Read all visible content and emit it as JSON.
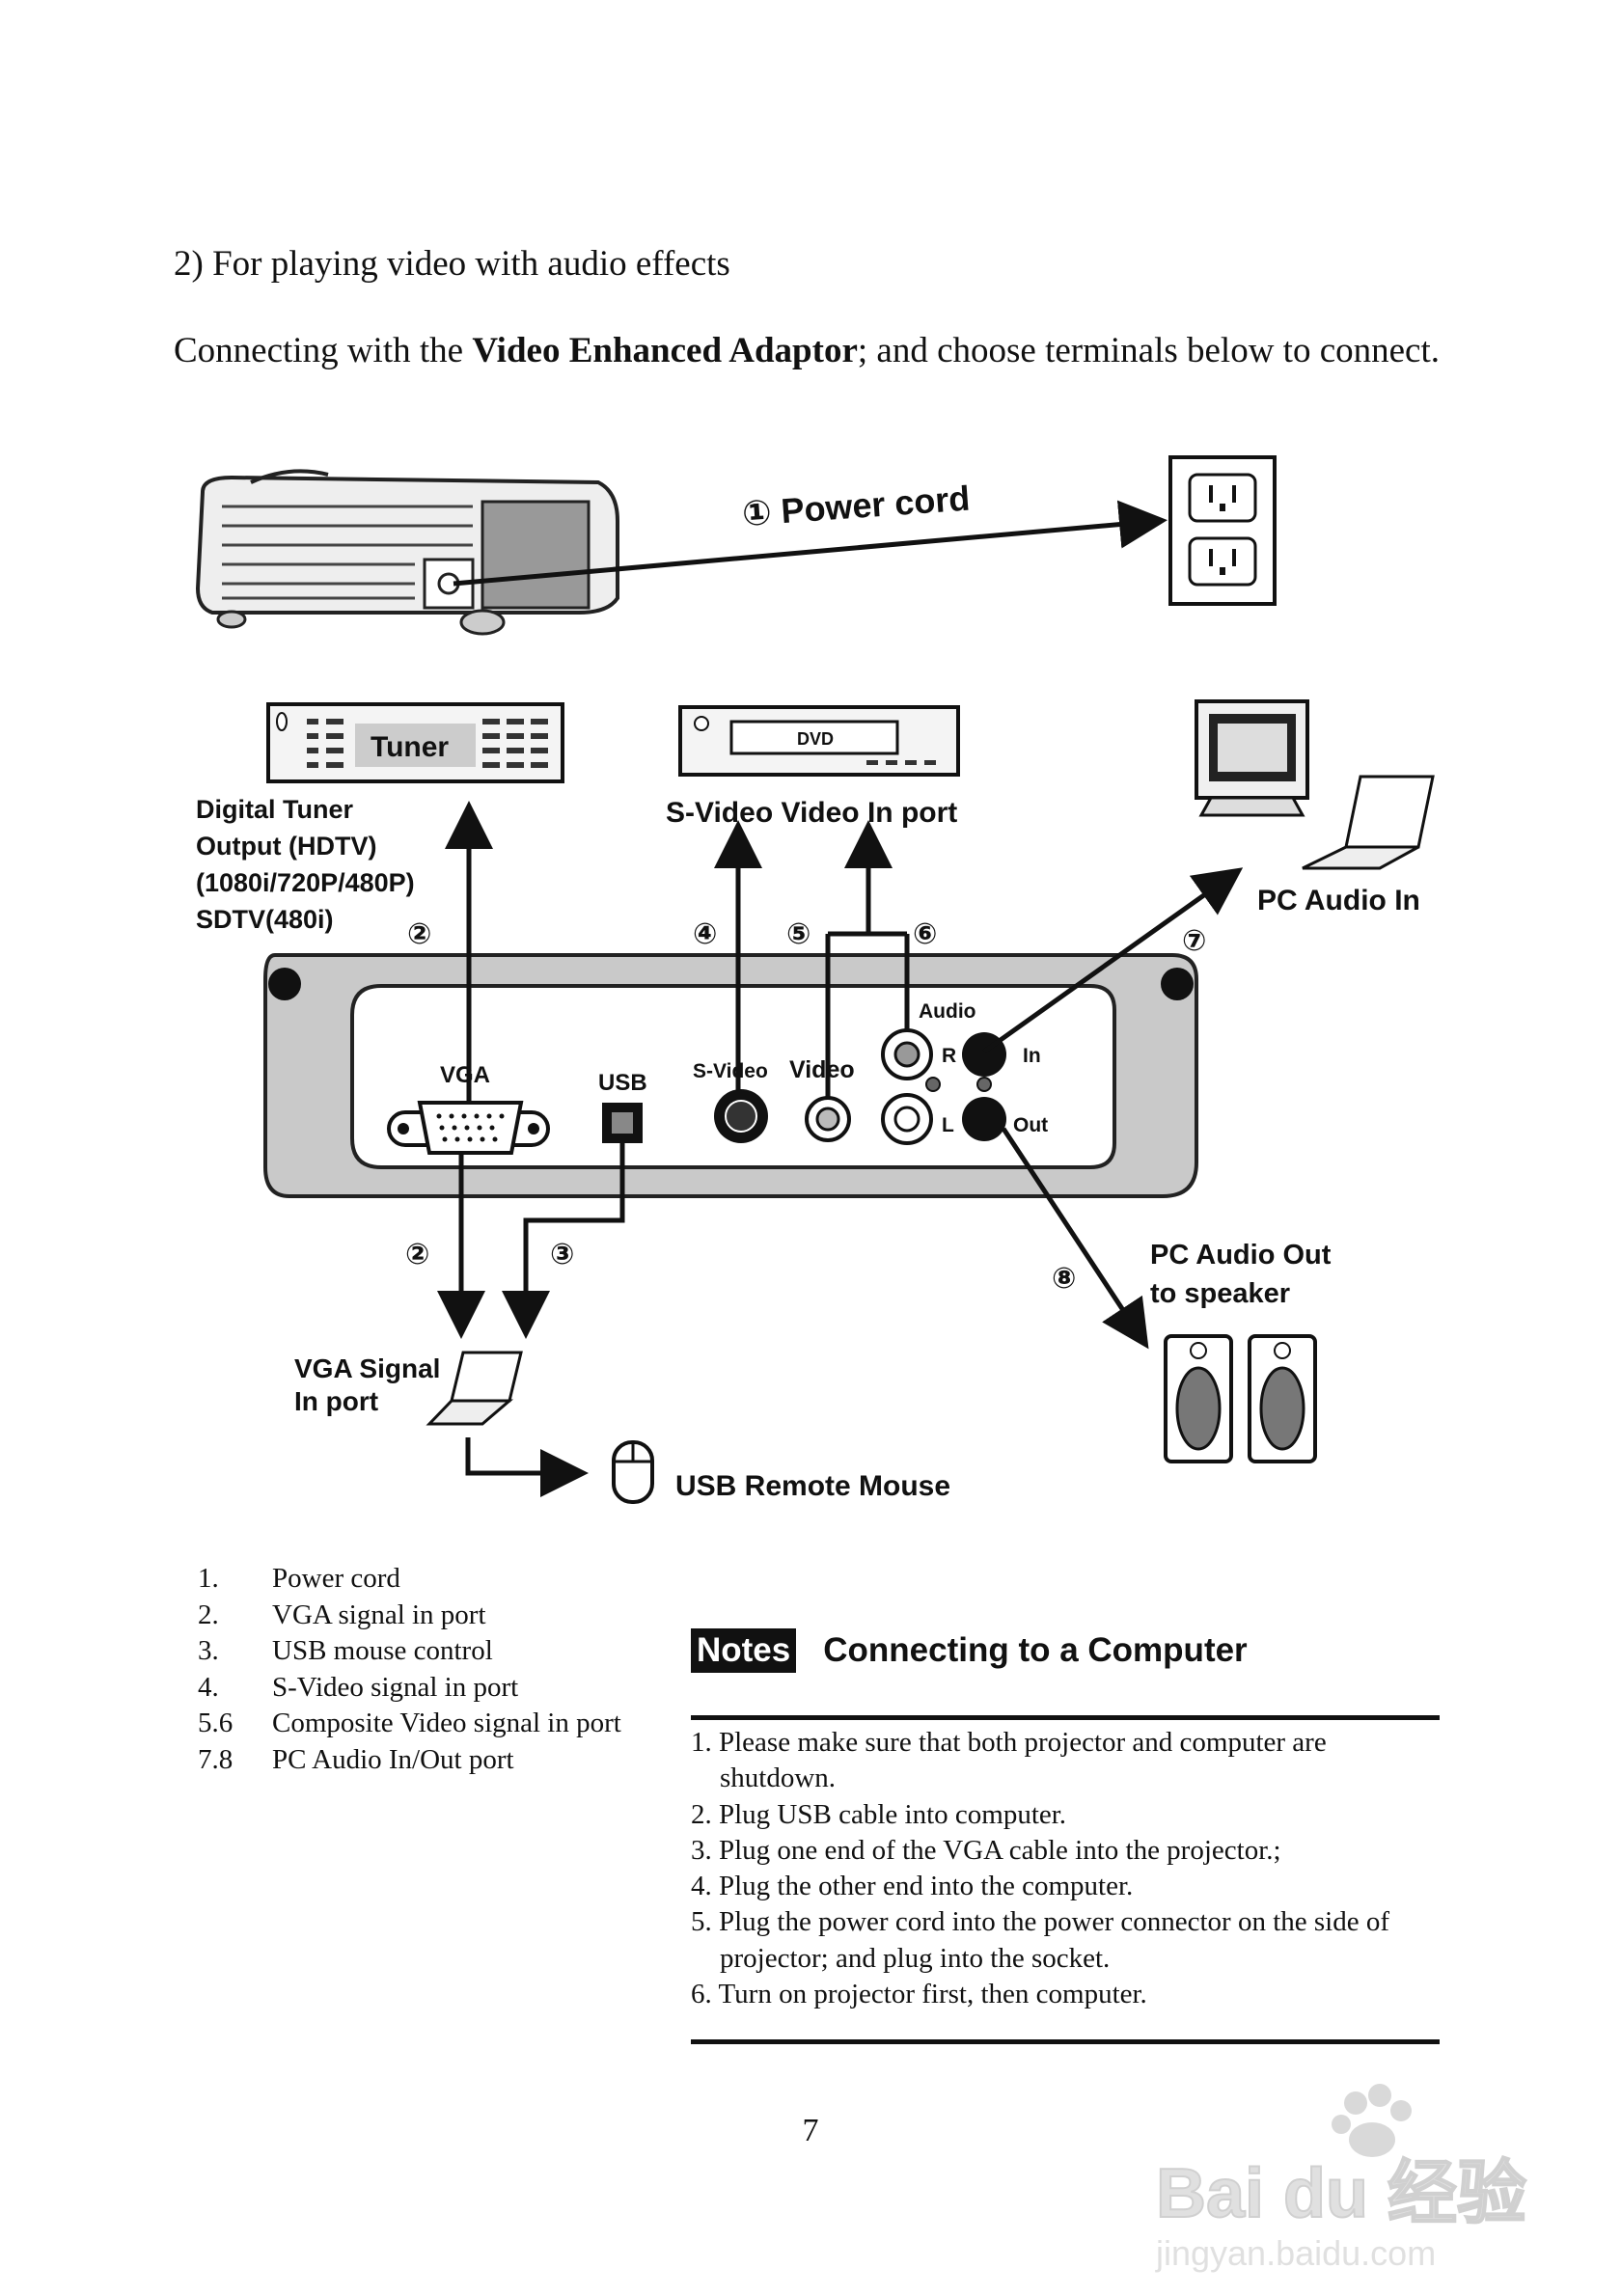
{
  "heading": "2) For playing video with audio effects",
  "intro": {
    "prefix": "Connecting with the ",
    "bold": "Video Enhanced Adaptor",
    "suffix": "; and choose terminals below to connect."
  },
  "diagram": {
    "power_cord": "① Power cord",
    "tuner": "Tuner",
    "dvd": "DVD",
    "tuner_output": [
      "Digital Tuner",
      "Output (HDTV)",
      "(1080i/720P/480P)",
      "SDTV(480i)"
    ],
    "svideo_in": "S-Video  Video In port",
    "pc_audio_in": "PC Audio In",
    "circled_numbers": [
      "②",
      "④",
      "⑤",
      "⑥",
      "⑦",
      "②",
      "③",
      "⑧"
    ],
    "port_labels": {
      "vga": "VGA",
      "usb": "USB",
      "svideo": "S-Video",
      "video": "Video",
      "audio": "Audio",
      "r": "R",
      "l": "L",
      "in": "In",
      "out": "Out"
    },
    "vga_signal": [
      "VGA Signal",
      "In port"
    ],
    "usb_mouse": "USB Remote Mouse",
    "pc_audio_out": [
      "PC Audio Out",
      "to speaker"
    ]
  },
  "legend": [
    {
      "num": "1.",
      "text": "Power cord"
    },
    {
      "num": "2.",
      "text": "VGA signal in port"
    },
    {
      "num": "3.",
      "text": "USB mouse control"
    },
    {
      "num": "4.",
      "text": "S-Video signal in port"
    },
    {
      "num": "5.6",
      "text": "Composite Video signal in port"
    },
    {
      "num": "7.8",
      "text": "PC Audio In/Out port"
    }
  ],
  "notes": {
    "tag": "Notes",
    "title": "Connecting to a Computer",
    "items": [
      "1. Please make sure that both projector and computer are shutdown.",
      "2. Plug USB cable into computer.",
      "3. Plug one end of the VGA cable into the projector.;",
      "4. Plug the other end into the computer.",
      "5. Plug the power cord into the power connector on the side of projector; and plug into the socket.",
      "6. Turn on projector first, then computer."
    ]
  },
  "page_number": "7",
  "watermark": {
    "brand": "Bai du 经验",
    "url": "jingyan.baidu.com"
  }
}
